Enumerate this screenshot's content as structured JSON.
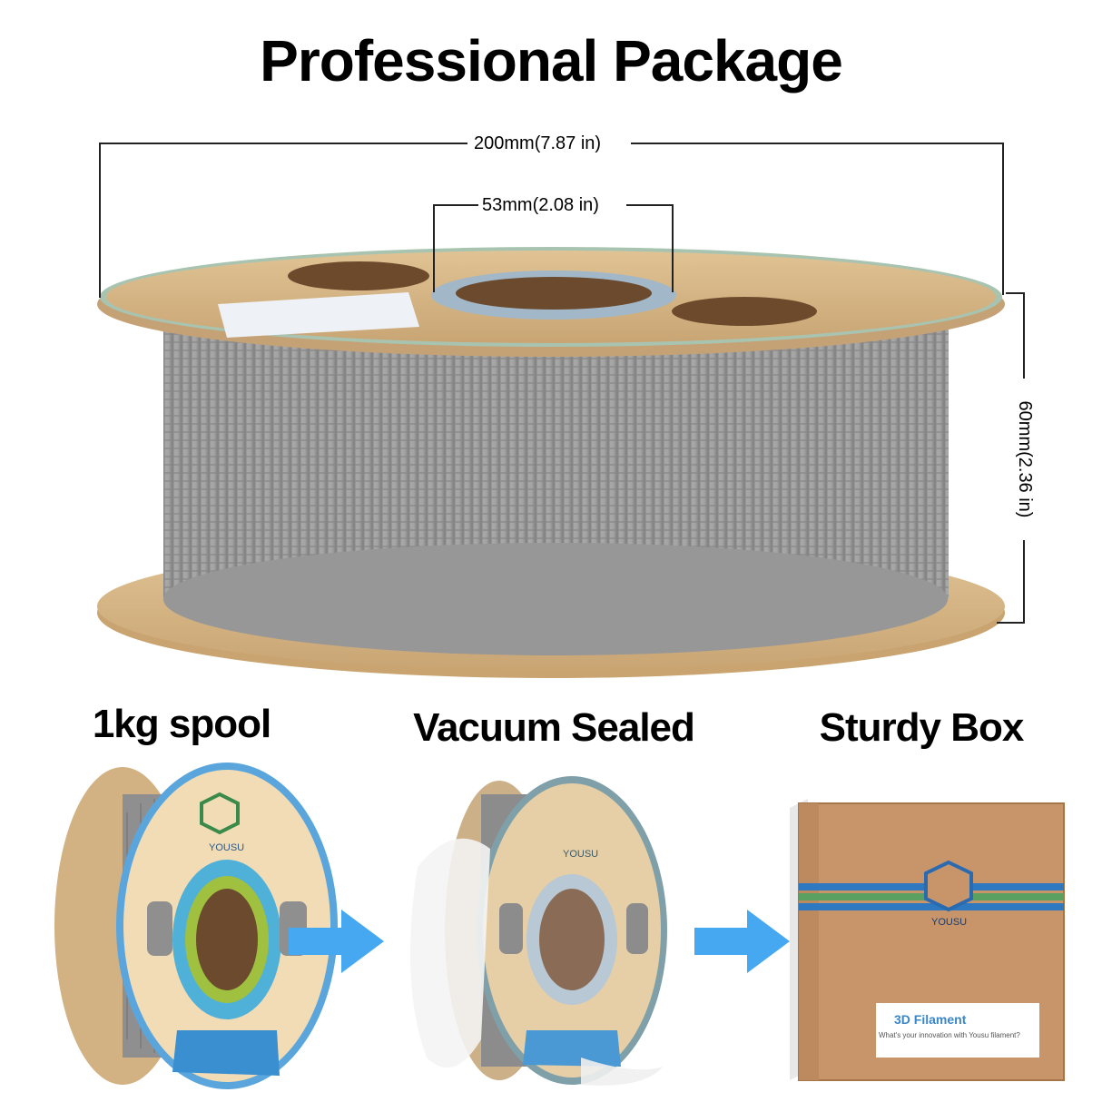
{
  "title": "Professional Package",
  "dimensions": {
    "outer_diameter": "200mm(7.87 in)",
    "inner_diameter": "53mm(2.08 in)",
    "width": "60mm(2.36 in)"
  },
  "labels": {
    "spool": "1kg spool",
    "vacuum": "Vacuum Sealed",
    "box": "Sturdy Box"
  },
  "brand": {
    "logo_text": "YOUSU",
    "box_product": "3D Filament",
    "box_tagline": "What's your innovation with Yousu filament?"
  },
  "colors": {
    "filament": "#9a9a9a",
    "cardboard": "#d8b888",
    "arrow": "#46a8f0",
    "spool_ring": "#6fa8d8"
  },
  "icons": {
    "arrow_1": "arrow-right-icon",
    "arrow_2": "arrow-right-icon"
  }
}
